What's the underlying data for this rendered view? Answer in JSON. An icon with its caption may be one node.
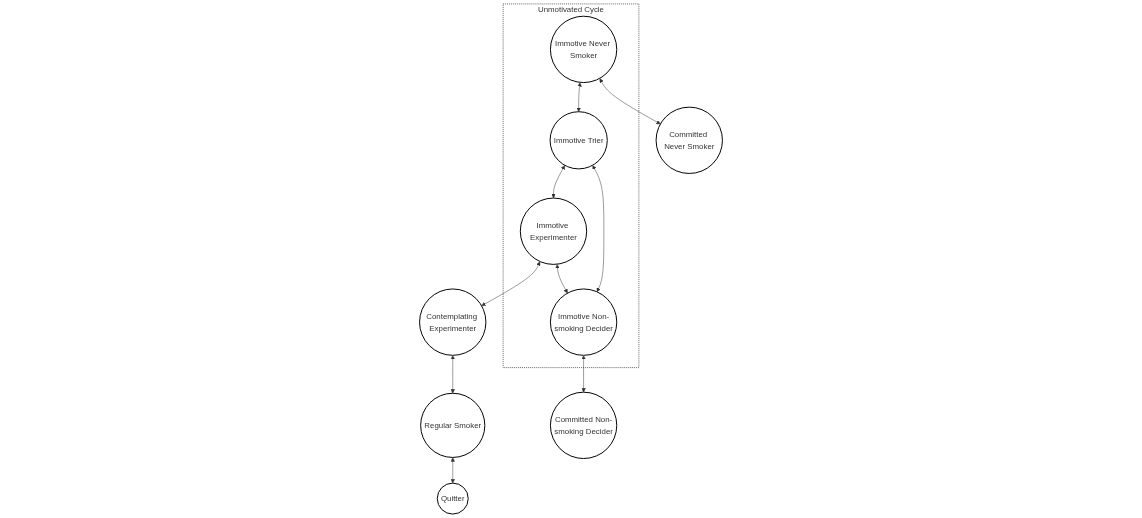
{
  "diagram": {
    "nodes": [
      {
        "text": [
          "Unmotivated Cycle"
        ]
      },
      {
        "text": [
          "Immotive Never Smoker"
        ],
        "in": 0
      },
      {
        "text": [
          "Immotive Trier"
        ],
        "in": 0
      },
      {
        "text": [
          "Immotive Experimenter"
        ],
        "in": 0
      },
      {
        "text": [
          "Immotive Non-smoking Decider"
        ],
        "in": 0
      },
      {
        "text": [
          "Contemplating Experimenter"
        ]
      },
      {
        "text": [
          "Regular Smoker"
        ]
      },
      {
        "text": [
          "Committed Never Smoker"
        ]
      },
      {
        "text": [
          "Committed Non-smoking Decider"
        ]
      },
      {
        "text": [
          "Quitter"
        ]
      }
    ],
    "edges": [
      {
        "from": 1,
        "to": 2,
        "arrow": "both"
      },
      {
        "from": 2,
        "to": 3,
        "arrow": "both"
      },
      {
        "from": 3,
        "to": 5,
        "arrow": "both"
      },
      {
        "from": 5,
        "to": 6,
        "arrow": "both"
      },
      {
        "from": 2,
        "to": 4,
        "arrow": "both"
      },
      {
        "from": 3,
        "to": 4,
        "arrow": "both"
      },
      {
        "from": 1,
        "to": 7,
        "arrow": "both"
      },
      {
        "from": 4,
        "to": 8,
        "arrow": "both"
      },
      {
        "from": 6,
        "to": 9,
        "arrow": "both"
      }
    ]
  }
}
